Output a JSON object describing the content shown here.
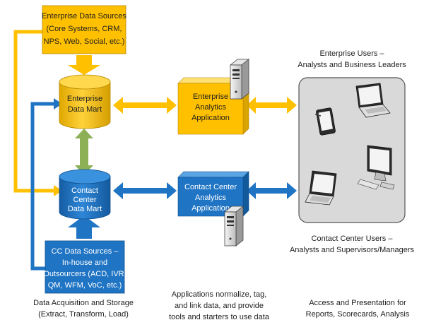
{
  "colors": {
    "yellow": "#FFC000",
    "yellow_dark": "#C99700",
    "blue": "#1F74C4",
    "blue_dark": "#0F4F8F",
    "green": "#8DB057",
    "panel": "#D9D9D9",
    "text_dark": "#1F1F1F"
  },
  "enterprise_sources": {
    "lines": [
      "Enterprise Data Sources",
      "(Core Systems, CRM,",
      "NPS, Web, Social, etc.)"
    ]
  },
  "enterprise_mart": {
    "lines": [
      "Enterprise",
      "Data Mart"
    ]
  },
  "enterprise_app": {
    "lines": [
      "Enterprise",
      "Analytics",
      "Application"
    ]
  },
  "contact_mart": {
    "lines": [
      "Contact",
      "Center",
      "Data Mart"
    ]
  },
  "contact_app": {
    "lines": [
      "Contact Center",
      "Analytics",
      "Application"
    ]
  },
  "cc_sources": {
    "lines": [
      "CC Data Sources –",
      "In-house and",
      "Outsourcers (ACD, IVR,",
      "QM, WFM, VoC, etc.)"
    ]
  },
  "enterprise_users": {
    "lines": [
      "Enterprise Users –",
      "Analysts and Business Leaders"
    ]
  },
  "contact_users": {
    "lines": [
      "Contact Center Users –",
      "Analysts and Supervisors/Managers"
    ]
  },
  "captions": {
    "storage": [
      "Data Acquisition and Storage",
      "(Extract, Transform, Load)"
    ],
    "applications": [
      "Applications normalize, tag,",
      "and link data, and provide",
      "tools and starters to use data"
    ],
    "presentation": [
      "Access and Presentation for",
      "Reports, Scorecards, Analysis"
    ]
  },
  "icons": [
    "server-icon",
    "laptop-icon",
    "tablet-icon",
    "desktop-computer-icon"
  ]
}
